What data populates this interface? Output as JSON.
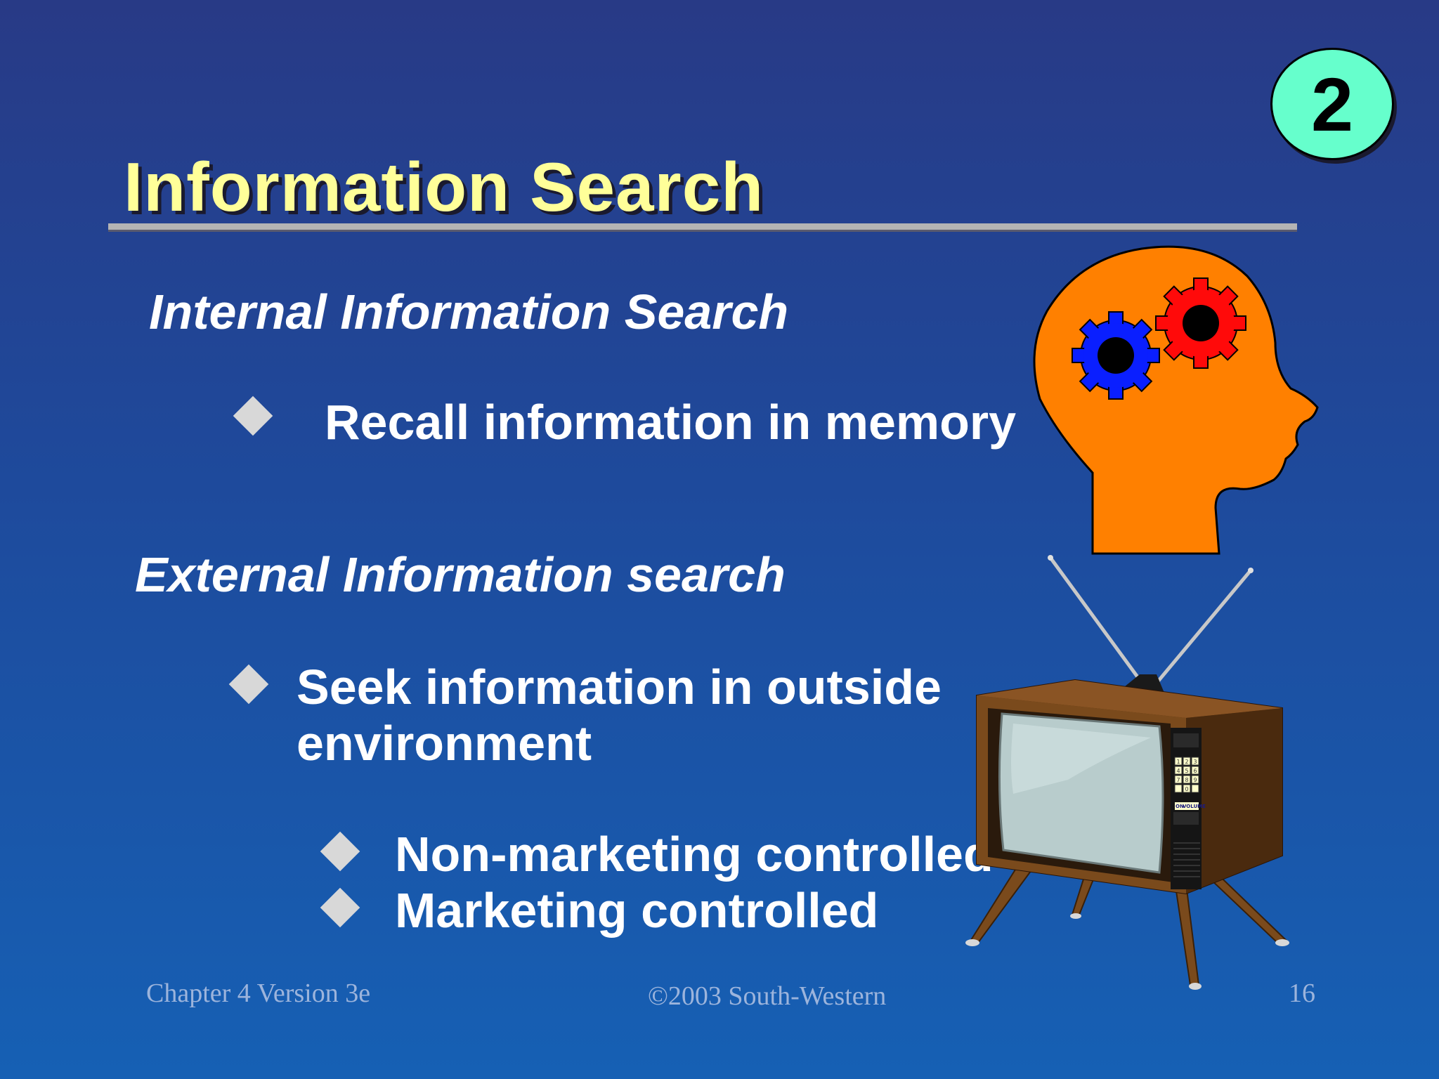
{
  "slide": {
    "badge": "2",
    "title": "Information Search",
    "internal": {
      "heading": "Internal Information Search",
      "bullet": "Recall information in memory"
    },
    "external": {
      "heading": "External Information search",
      "bullet_line1": "Seek information in outside",
      "bullet_line2": "environment",
      "sub_bullets": [
        "Non-marketing controlled",
        "Marketing controlled"
      ]
    },
    "footer": {
      "left": "Chapter 4 Version 3e",
      "center": "©2003 South-Western",
      "right": "16"
    },
    "tv_keypad": [
      "1",
      "2",
      "3",
      "4",
      "5",
      "6",
      "7",
      "8",
      "9",
      "0"
    ],
    "tv_labels": {
      "on": "ON",
      "volume": "VOLUME"
    },
    "icons": [
      "head-with-gears-icon",
      "television-icon",
      "diamond-bullet-icon"
    ],
    "colors": {
      "title": "#ffff99",
      "badge": "#66ffcc",
      "head": "#ff8000",
      "gear_blue": "#0a1fff",
      "gear_red": "#ff0a0a",
      "bullet": "#d8d8d8"
    }
  }
}
